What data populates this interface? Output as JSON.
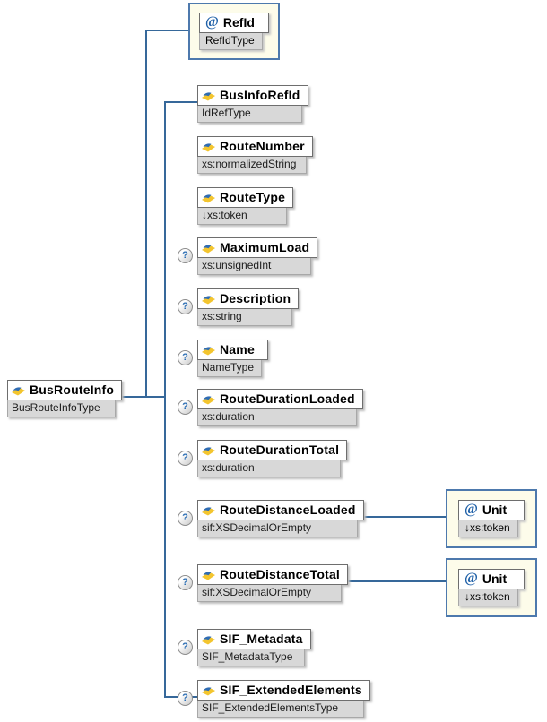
{
  "diagram": {
    "root": {
      "name": "BusRouteInfo",
      "type": "BusRouteInfoType"
    },
    "attribute": {
      "name": "RefId",
      "type": "RefIdType"
    },
    "children": [
      {
        "name": "BusInfoRefId",
        "type": "IdRefType",
        "optional": false
      },
      {
        "name": "RouteNumber",
        "type": "xs:normalizedString",
        "optional": false
      },
      {
        "name": "RouteType",
        "type": "↓xs:token",
        "optional": false
      },
      {
        "name": "MaximumLoad",
        "type": "xs:unsignedInt",
        "optional": true
      },
      {
        "name": "Description",
        "type": "xs:string",
        "optional": true
      },
      {
        "name": "Name",
        "type": "NameType",
        "optional": true
      },
      {
        "name": "RouteDurationLoaded",
        "type": "xs:duration",
        "optional": true
      },
      {
        "name": "RouteDurationTotal",
        "type": "xs:duration",
        "optional": true
      },
      {
        "name": "RouteDistanceLoaded",
        "type": "sif:XSDecimalOrEmpty",
        "optional": true,
        "attribute": {
          "name": "Unit",
          "type": "↓xs:token"
        }
      },
      {
        "name": "RouteDistanceTotal",
        "type": "sif:XSDecimalOrEmpty",
        "optional": true,
        "attribute": {
          "name": "Unit",
          "type": "↓xs:token"
        }
      },
      {
        "name": "SIF_Metadata",
        "type": "SIF_MetadataType",
        "optional": true
      },
      {
        "name": "SIF_ExtendedElements",
        "type": "SIF_ExtendedElementsType",
        "optional": true
      }
    ],
    "glyphs": {
      "attribute": "@",
      "optional": "?"
    },
    "colors": {
      "connector": "#36689a",
      "attr_box_bg": "#fdfcea",
      "attr_box_border": "#4d79ad",
      "type_band_bg": "#d8d8d8",
      "attribute_glyph": "#2061a8",
      "optional_glyph": "#2d6fb5"
    }
  }
}
